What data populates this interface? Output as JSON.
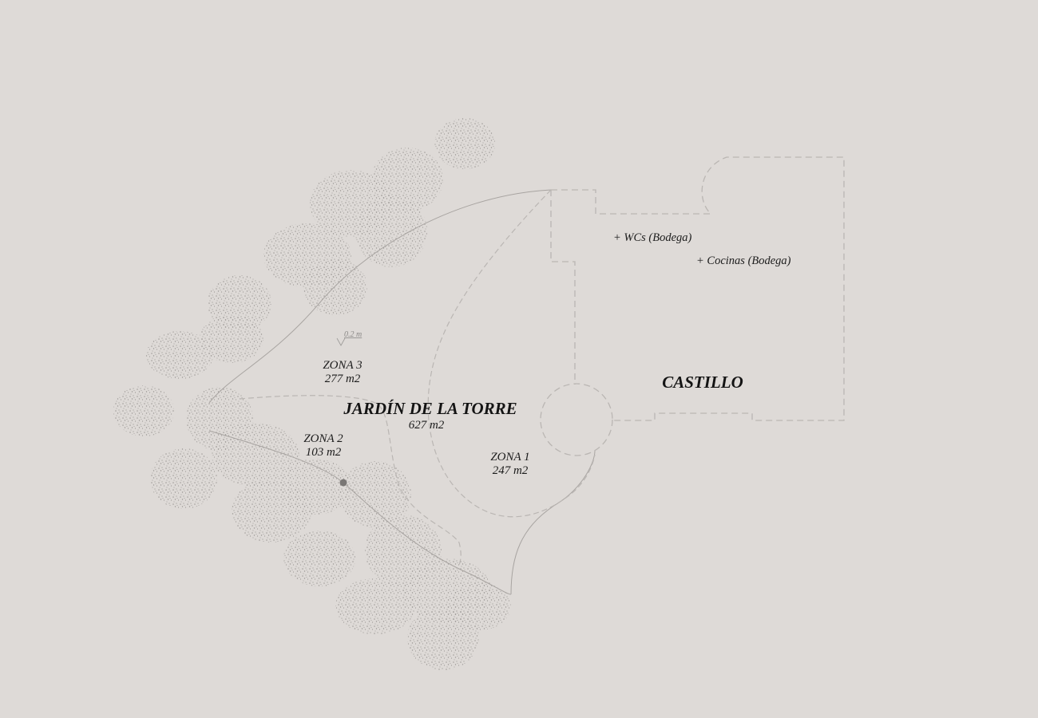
{
  "colors": {
    "background": "#dedad7",
    "outline": "#bab6b3",
    "path_line": "#a8a4a1",
    "foliage": "#8f8b88",
    "text": "#1c1c1c",
    "marker": "#7a7775"
  },
  "castle": {
    "title": "CASTILLO",
    "notes": [
      "+ WCs (Bodega)",
      "+ Cocinas (Bodega)"
    ]
  },
  "garden": {
    "title": "JARDÍN DE LA TORRE",
    "area": "627 m2",
    "level_mark": "0.2 m",
    "zones": [
      {
        "name": "ZONA 1",
        "area": "247 m2"
      },
      {
        "name": "ZONA 2",
        "area": "103 m2"
      },
      {
        "name": "ZONA 3",
        "area": "277 m2"
      }
    ]
  }
}
